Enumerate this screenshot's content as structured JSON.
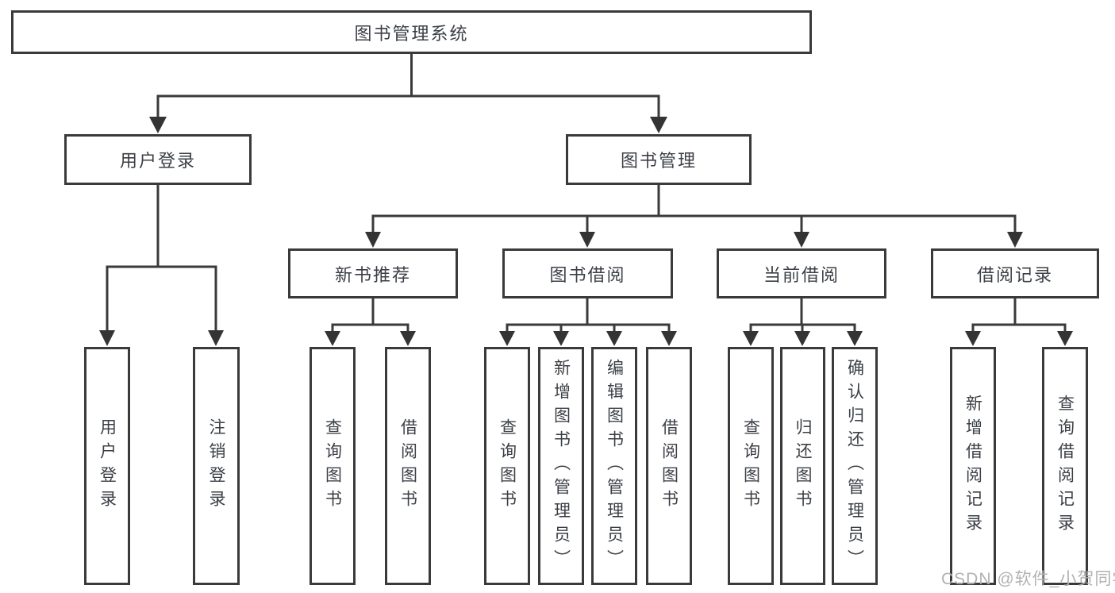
{
  "tree": {
    "root": {
      "label": "图书管理系统"
    },
    "level2": [
      {
        "label": "用户登录",
        "children": [
          {
            "label": "用户登录"
          },
          {
            "label": "注销登录"
          }
        ]
      },
      {
        "label": "图书管理",
        "children": [
          {
            "label": "新书推荐",
            "children": [
              {
                "label": "查询图书"
              },
              {
                "label": "借阅图书"
              }
            ]
          },
          {
            "label": "图书借阅",
            "children": [
              {
                "label": "查询图书"
              },
              {
                "label": "新增图书（管理员）"
              },
              {
                "label": "编辑图书（管理员）"
              },
              {
                "label": "借阅图书"
              }
            ]
          },
          {
            "label": "当前借阅",
            "children": [
              {
                "label": "查询图书"
              },
              {
                "label": "归还图书"
              },
              {
                "label": "确认归还（管理员）"
              }
            ]
          },
          {
            "label": "借阅记录",
            "children": [
              {
                "label": "新增借阅记录"
              },
              {
                "label": "查询借阅记录"
              }
            ]
          }
        ]
      }
    ]
  },
  "watermark": {
    "text": "CSDN @软件_小贺同学"
  },
  "colors": {
    "line": "#3a3a3a",
    "box_border": "#3a3a3a",
    "box_background": "#ffffff",
    "text": "#3b3f45",
    "watermark": "#b2b2b2"
  }
}
